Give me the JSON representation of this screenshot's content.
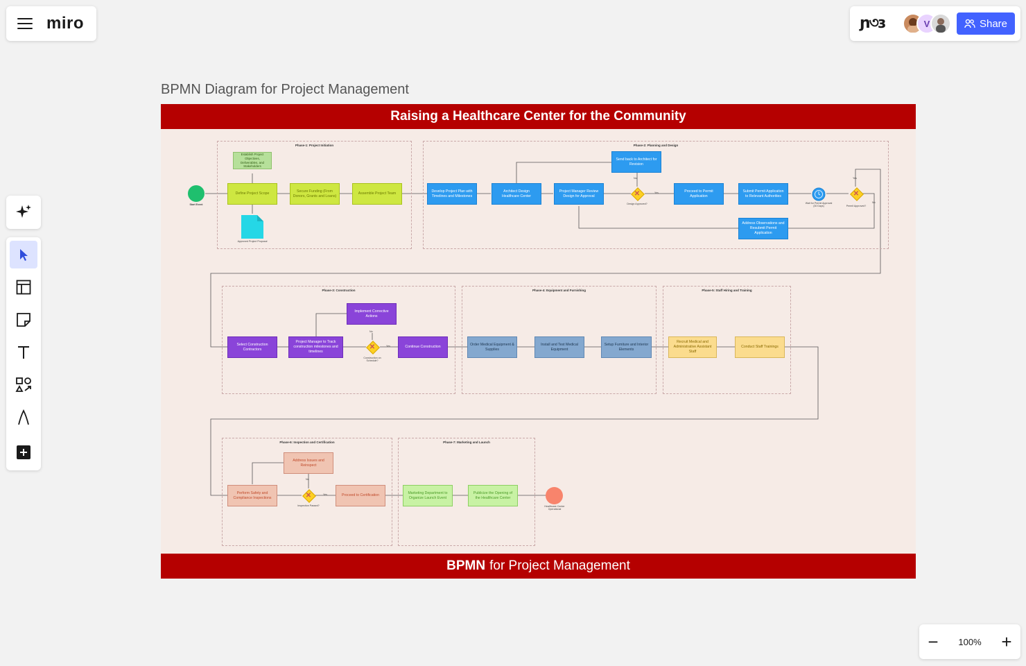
{
  "app": {
    "logo": "miro",
    "reactions": "ɲ৩ɜ",
    "share_label": "Share",
    "avatar_v": "V",
    "zoom": "100%",
    "zoom_in": "+",
    "zoom_out": "−"
  },
  "colors": {
    "accent": "#4262ff",
    "banner": "#b50000",
    "frame_bg": "#f6ebe6"
  },
  "toolbar": {
    "tools": [
      "select",
      "templates",
      "sticky-note",
      "text",
      "shapes",
      "pen",
      "add"
    ]
  },
  "board": {
    "title": "BPMN Diagram for Project Management",
    "header": "Raising a Healthcare Center for the Community",
    "footer_bold": "BPMN",
    "footer_rest": "for Project Management"
  },
  "phases": {
    "p1": "Phase-1: Project Initiation",
    "p2": "Phase-2: Planning and Design",
    "p3": "Phase-3: Construction",
    "p4": "Phase-4: Equipment and Furnishing",
    "p5": "Phase-5: Staff Hiring and Training",
    "p6": "Phase-6: Inspection and Certification",
    "p7": "Phase-7: Marketing and Launch"
  },
  "nodes": {
    "start": "Start Event",
    "objectives": "Establish Project Objectives, Deliverables, and Stakeholders",
    "scope": "Define Project Scope",
    "funding": "Secure Funding (From Donors, Grants and Loans)",
    "team": "Assemble Project Team",
    "proposal": "Approved Project Proposal",
    "plan": "Develop Project Plan with Timelines and Milestones",
    "architect": "Architect Design Healthcare Center",
    "review": "Project Manager Review Design for Approval",
    "sendback": "Send back to Architect for Revision",
    "design_approved": "Design Approved?",
    "permit_proceed": "Proceed to Permit Application",
    "submit_permit": "Submit Permit Application to Relevant Authorities",
    "wait_permit": "Wait for Permit Approval (30 Days)",
    "permit_approved": "Permit Approved?",
    "observations": "Address Observations and Resubmit Permit Application",
    "contractors": "Select Construction Contractors",
    "track": "Project Manager to Track construction milestones and timelines",
    "corrective": "Implement Corrective Actions",
    "on_schedule": "Construction on Schedule?",
    "continue": "Continue Construction",
    "order": "Order Medical Equipment & Supplies",
    "install": "Install and Test Medical Equipment",
    "furniture": "Setup Furniture and Interior Elements",
    "recruit": "Recruit Medical and Administrative Assistant Staff",
    "training": "Conduct Staff Trainings",
    "inspect": "Perform Safety and Compliance Inspections",
    "issues": "Address Issues and Reinspect",
    "passed": "Inspection Passed?",
    "certify": "Proceed to Certification",
    "marketing": "Marketing Department to Organize Launch Event",
    "publicize": "Publicize the Opening of the Healthcare Center",
    "end": "Healthcare Center Operational"
  },
  "labels": {
    "yes": "Yes",
    "no": "No"
  }
}
